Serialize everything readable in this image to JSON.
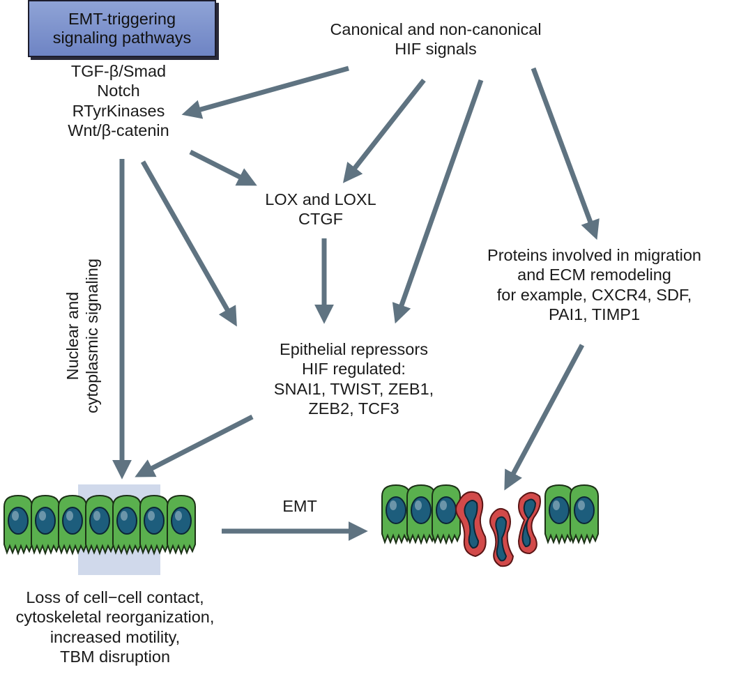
{
  "colors": {
    "arrow": "#5f7381",
    "cell_fill": "#5ab04e",
    "nucleus": "#1d5d7c",
    "mesenchymal": "#d24a4a",
    "box": "#7f93cf"
  },
  "boxes": {
    "emt_pathways_title": [
      "EMT-triggering",
      "signaling pathways"
    ]
  },
  "labels": {
    "pathways": [
      "TGF-β/Smad",
      "Notch",
      "RTyrKinases",
      "Wnt/β-catenin"
    ],
    "hif_signals": [
      "Canonical and non-canonical",
      "HIF signals"
    ],
    "lox": [
      "LOX and LOXL",
      "CTGF"
    ],
    "proteins": [
      "Proteins involved in migration",
      "and ECM remodeling",
      "for example, CXCR4, SDF,",
      "PAI1, TIMP1"
    ],
    "repressors": [
      "Epithelial repressors",
      "HIF regulated:",
      "SNAI1, TWIST, ZEB1,",
      "ZEB2, TCF3"
    ],
    "nuclear": [
      "Nuclear and",
      "cytoplasmic signaling"
    ],
    "emt": "EMT",
    "loss": [
      "Loss of cell−cell contact,",
      "cytoskeletal reorganization,",
      "increased motility,",
      "TBM disruption"
    ]
  }
}
